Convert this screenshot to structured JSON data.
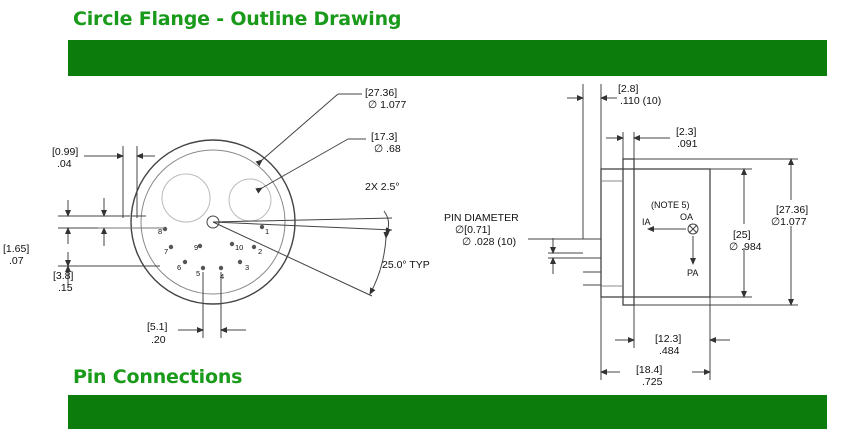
{
  "page": {
    "title_outline": "Circle Flange - Outline Drawing",
    "title_pins": "Pin Connections"
  },
  "colors": {
    "title_green": "#1a9a1a",
    "bar_green": "#0c7d0c",
    "line": "#444444"
  },
  "front_view": {
    "outer_diameter_mm": "[27.36]",
    "outer_diameter_in": "∅ 1.077",
    "inner_diameter_mm": "[17.3]",
    "inner_diameter_in": "∅ .68",
    "slot_width_mm": "[0.99]",
    "slot_width_in": ".04",
    "slot_angle": "2X 2.5°",
    "pin_offset_mm": "[1.65]",
    "pin_offset_in": ".07",
    "pin_spacing_mm": "[3.8]",
    "pin_spacing_in": ".15",
    "pin_pitch_mm": "[5.1]",
    "pin_pitch_in": ".20",
    "pin_angle": "25.0° TYP",
    "pins": [
      "1",
      "2",
      "3",
      "4",
      "5",
      "6",
      "7",
      "8",
      "9",
      "10"
    ]
  },
  "side_view": {
    "pin_length_mm": "[2.8]",
    "pin_length_in": ".110 (10)",
    "flange_thickness_mm": "[2.3]",
    "flange_thickness_in": ".091",
    "pin_diameter_label": "PIN DIAMETER",
    "pin_diameter_mm": "∅[0.71]",
    "pin_diameter_in": "∅ .028 (10)",
    "note": "(NOTE 5)",
    "axis_oa": "OA",
    "axis_ia": "IA",
    "axis_pa": "PA",
    "body_diameter_mm": "[25]",
    "body_diameter_in": "∅ .984",
    "flange_diameter_mm": "[27.36]",
    "flange_diameter_in": "∅1.077",
    "body_length_mm": "[12.3]",
    "body_length_in": ".484",
    "total_length_mm": "[18.4]",
    "total_length_in": ".725"
  }
}
